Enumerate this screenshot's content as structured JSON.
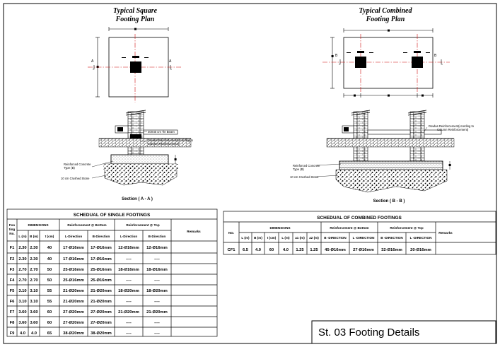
{
  "sheet_title": "St. 03 Footing Details",
  "plan_single": {
    "title_line1": "Typical Square",
    "title_line2": "Footing Plan",
    "section_mark": "A"
  },
  "plan_combined": {
    "title_line1": "Typical Combined",
    "title_line2": "Footing Plan",
    "section_mark": "B"
  },
  "section_single": {
    "caption": "Section ( A - A )",
    "note_beam": "40X40 cm Tie Beam",
    "note_dowels_1": "Dowlas Reinforcement(ccording to",
    "note_dowels_2": "Column Reinforcement)",
    "note_rc_1": "Reinforced Concrete",
    "note_rc_2": "Type (B)",
    "note_stone": "10 cm Crushed Stone"
  },
  "section_combined": {
    "caption": "Section ( B - B )",
    "note_dowels_1": "Dowlas Reinforcement(ccording to",
    "note_dowels_2": "Column Reinforcement)",
    "note_rc_1": "Reinforced Concrete",
    "note_rc_2": "Type (B)",
    "note_stone": "10 cm Crushed Stone"
  },
  "single_table": {
    "title": "SCHEDUAL OF SINGLE FOOTINGS",
    "h_footing": [
      "Foo",
      "ting",
      "No."
    ],
    "h_dimensions": "DIMENSIONS",
    "h_bottom": "Reinforcement @ Bottom",
    "h_top": "Reinforcement @ Top",
    "h_remarks": "Remarks",
    "sub": [
      "L (m)",
      "B (m)",
      "t (cm)",
      "L-Direction",
      "B-Direction",
      "L-Direction",
      "B-Direction"
    ],
    "rows": [
      [
        "F1",
        "2.30",
        "2.30",
        "40",
        "17-Ø16mm",
        "17-Ø16mm",
        "12-Ø16mm",
        "12-Ø16mm"
      ],
      [
        "F2",
        "2.30",
        "2.30",
        "40",
        "17-Ø16mm",
        "17-Ø16mm",
        "----",
        "----"
      ],
      [
        "F3",
        "2.70",
        "2.70",
        "50",
        "25-Ø16mm",
        "25-Ø16mm",
        "18-Ø16mm",
        "18-Ø16mm"
      ],
      [
        "F4",
        "2.70",
        "2.70",
        "50",
        "25-Ø16mm",
        "25-Ø16mm",
        "----",
        "----"
      ],
      [
        "F5",
        "3.10",
        "3.10",
        "55",
        "21-Ø20mm",
        "21-Ø20mm",
        "18-Ø20mm",
        "18-Ø20mm"
      ],
      [
        "F6",
        "3.10",
        "3.10",
        "55",
        "21-Ø20mm",
        "21-Ø20mm",
        "----",
        "----"
      ],
      [
        "F7",
        "3.60",
        "3.60",
        "60",
        "27-Ø20mm",
        "27-Ø20mm",
        "21-Ø20mm",
        "21-Ø20mm"
      ],
      [
        "F8",
        "3.60",
        "3.60",
        "60",
        "27-Ø20mm",
        "27-Ø20mm",
        "----",
        "----"
      ],
      [
        "F9",
        "4.0",
        "4.0",
        "65",
        "38-Ø20mm",
        "38-Ø20mm",
        "----",
        "----"
      ]
    ]
  },
  "combined_table": {
    "title": "SCHEDUAL OF COMBINED FOOTINGS",
    "h_no": "NO.",
    "h_dimensions": "DIMENSIONS",
    "h_bottom": "Reinforcement @ Bottom",
    "h_top": "Reinforcement @ Top",
    "h_remarks": "Remarks",
    "sub": [
      "L (m)",
      "B (m)",
      "t (cm)",
      "L (m)",
      "a1 (m)",
      "a2 (m)",
      "B -DIRECTION",
      "L -DIRECTION",
      "B -DIRECTION",
      "L -DIRECTION"
    ],
    "rows": [
      [
        "CF1",
        "6.5",
        "4.0",
        "60",
        "4.0",
        "1.25",
        "1.25",
        "45-Ø16mm",
        "27-Ø16mm",
        "32-Ø16mm",
        "20-Ø16mm"
      ]
    ]
  },
  "colors": {
    "line": "#000000",
    "axis": "#d01010",
    "paper": "#ffffff"
  }
}
